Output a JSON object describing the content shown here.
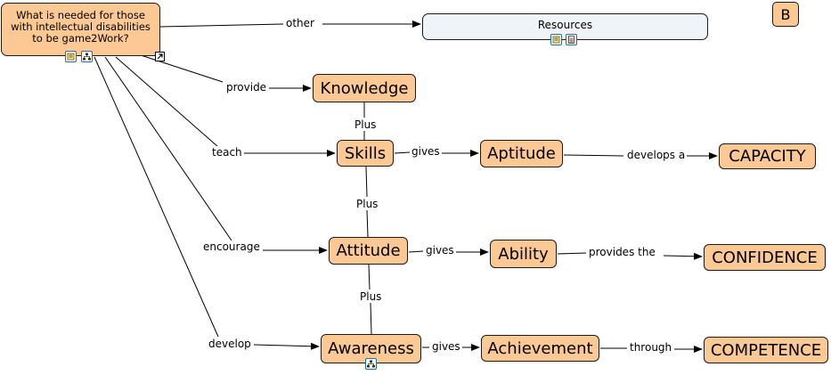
{
  "root": {
    "text": "What is needed for those with intellectual disabilities to be game2Work?"
  },
  "resources": {
    "text": "Resources"
  },
  "badge": {
    "text": "B"
  },
  "concepts": {
    "knowledge": "Knowledge",
    "skills": "Skills",
    "aptitude": "Aptitude",
    "capacity": "CAPACITY",
    "attitude": "Attitude",
    "ability": "Ability",
    "confidence": "CONFIDENCE",
    "awareness": "Awareness",
    "achievement": "Achievement",
    "competence": "COMPETENCE"
  },
  "links": {
    "other": "other",
    "provide": "provide",
    "teach": "teach",
    "encourage": "encourage",
    "develop": "develop",
    "plus_1": "Plus",
    "plus_2": "Plus",
    "plus_3": "Plus",
    "gives_1": "gives",
    "gives_2": "gives",
    "gives_3": "gives",
    "develops_a": "develops a",
    "provides_the": "provides the",
    "through": "through"
  },
  "icons": [
    "notes-icon",
    "concept-map-icon",
    "notes-icon",
    "document-icon",
    "external-link-icon",
    "concept-map-icon"
  ],
  "colors": {
    "node_fill": "#fcc894",
    "resources_fill": "#eef4f7",
    "outline": "#1a1a1a",
    "icon_border": "#1f6fb8"
  }
}
